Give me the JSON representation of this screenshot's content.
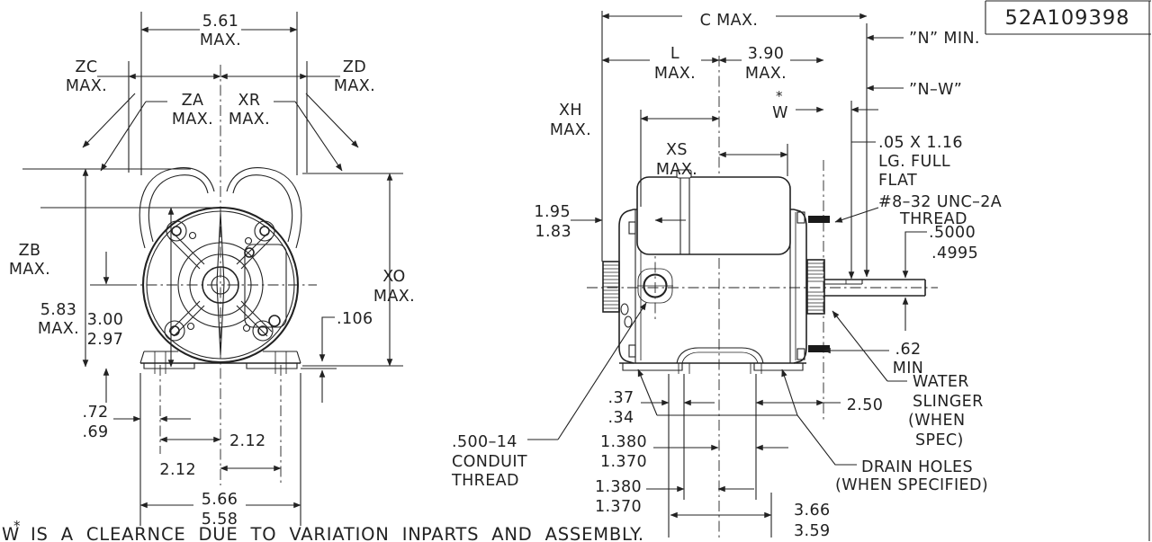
{
  "sheet": {
    "part_number": "52A109398",
    "note_w": "W",
    "note_star": "*",
    "note1": "IS A CLEARNCE DUE TO VARIATION IN",
    "note2": "PARTS AND ASSEMBLY."
  },
  "front": {
    "w561": "5.61",
    "w561_max": "MAX.",
    "zc": "ZC",
    "zc_max": "MAX.",
    "zd": "ZD",
    "zd_max": "MAX.",
    "za": "ZA",
    "za_max": "MAX.",
    "xr": "XR",
    "xr_max": "MAX.",
    "zb": "ZB",
    "zb_max": "MAX.",
    "h583": "5.83",
    "h583_max": "MAX.",
    "d300": "3.00",
    "d297": "2.97",
    "xo": "XO",
    "xo_max": "MAX.",
    "pad106": ".106",
    "f72": ".72",
    "f69": ".69",
    "s212a": "2.12",
    "s212b": "2.12",
    "w566": "5.66",
    "w558": "5.58"
  },
  "side": {
    "c_max": "C  MAX.",
    "l": "L",
    "l_max": "MAX.",
    "d390": "3.90",
    "d390_max": "MAX.",
    "xh": "XH",
    "xh_max": "MAX.",
    "xs": "XS",
    "xs_max": "MAX.",
    "w_star": "*",
    "w": "W",
    "n_min": "”N”  MIN.",
    "n_w": "”N–W”",
    "flat_l1": ".05 X 1.16",
    "flat_l2": "LG. FULL",
    "flat_l3": "FLAT",
    "thread_l1": "#8–32 UNC–2A",
    "thread_l2": "THREAD",
    "sh5000": ".5000",
    "sh4995": ".4995",
    "d195": "1.95",
    "d183": "1.83",
    "d62": ".62",
    "d62_min": "MIN",
    "ws1": "WATER",
    "ws2": "SLINGER",
    "ws3": "(WHEN",
    "ws4": "SPEC)",
    "d250": "2.50",
    "d37": ".37",
    "d34": ".34",
    "cond1": ".500–14",
    "cond2": "CONDUIT",
    "cond3": "THREAD",
    "fa1": "1.380",
    "fa2": "1.370",
    "fb1": "1.380",
    "fb2": "1.370",
    "drain1": "DRAIN HOLES",
    "drain2": "(WHEN SPECIFIED)",
    "d366": "3.66",
    "d359": "3.59"
  }
}
